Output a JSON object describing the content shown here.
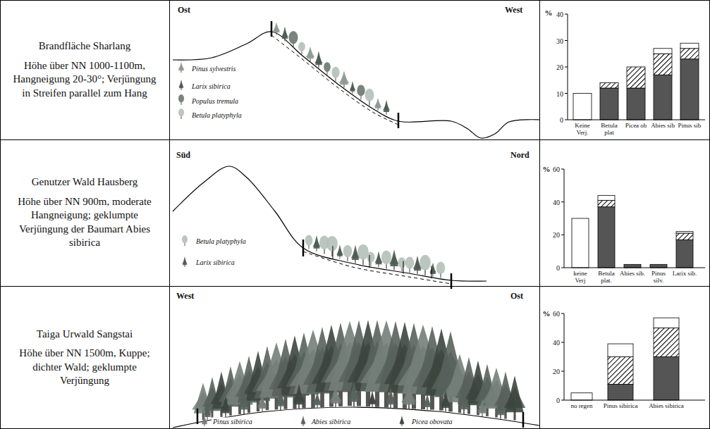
{
  "diagram": {
    "nodes": [
      {
        "text": [
          "Brandfläche Sharlang",
          "Höhe über NN 1000-1100m, Hangneigung 20-30°; Verjüngung in Streifen parallel zum Hang"
        ]
      },
      {
        "text": [
          "Genutzer Wald Hausberg",
          "Höhe über NN 900m, moderate Hangneigung; geklumpte Verjüngung der Baumart Abies sibirica"
        ]
      },
      {
        "text": [
          "Taiga Urwald Sangstai",
          "Höhe über NN 1500m, Kuppe; dichter Wald; geklumpte Verjüngung"
        ]
      }
    ],
    "labels": [
      "Ost",
      "West",
      "%",
      "40",
      "30",
      "20",
      "10",
      "0",
      "Keine Verj.",
      "Betula plat",
      "Picea ob",
      "Abies sib",
      "Pinus sib",
      "Süd",
      "Nord",
      "%",
      "60",
      "40",
      "20",
      "0",
      "keine Verj",
      "Betula plat.",
      "Abies sib.",
      "Pinus silv.",
      "Larix sib.",
      "West",
      "Ost",
      "%",
      "60",
      "40",
      "20",
      "0",
      "no regen",
      "Pinus sibirica",
      "Abies sibirica"
    ],
    "legend": [
      {
        "text": "Pinus sylvestris"
      },
      {
        "text": "Larix sibirica"
      },
      {
        "text": "Populus tremula"
      },
      {
        "text": "Betula platyphyla"
      },
      {
        "text": "Betula platyphyla"
      },
      {
        "text": "Larix sibirica"
      },
      {
        "text": "Pinus sibirica"
      },
      {
        "text": "Abies sibirica"
      },
      {
        "text": "Picea obovata"
      }
    ]
  }
}
